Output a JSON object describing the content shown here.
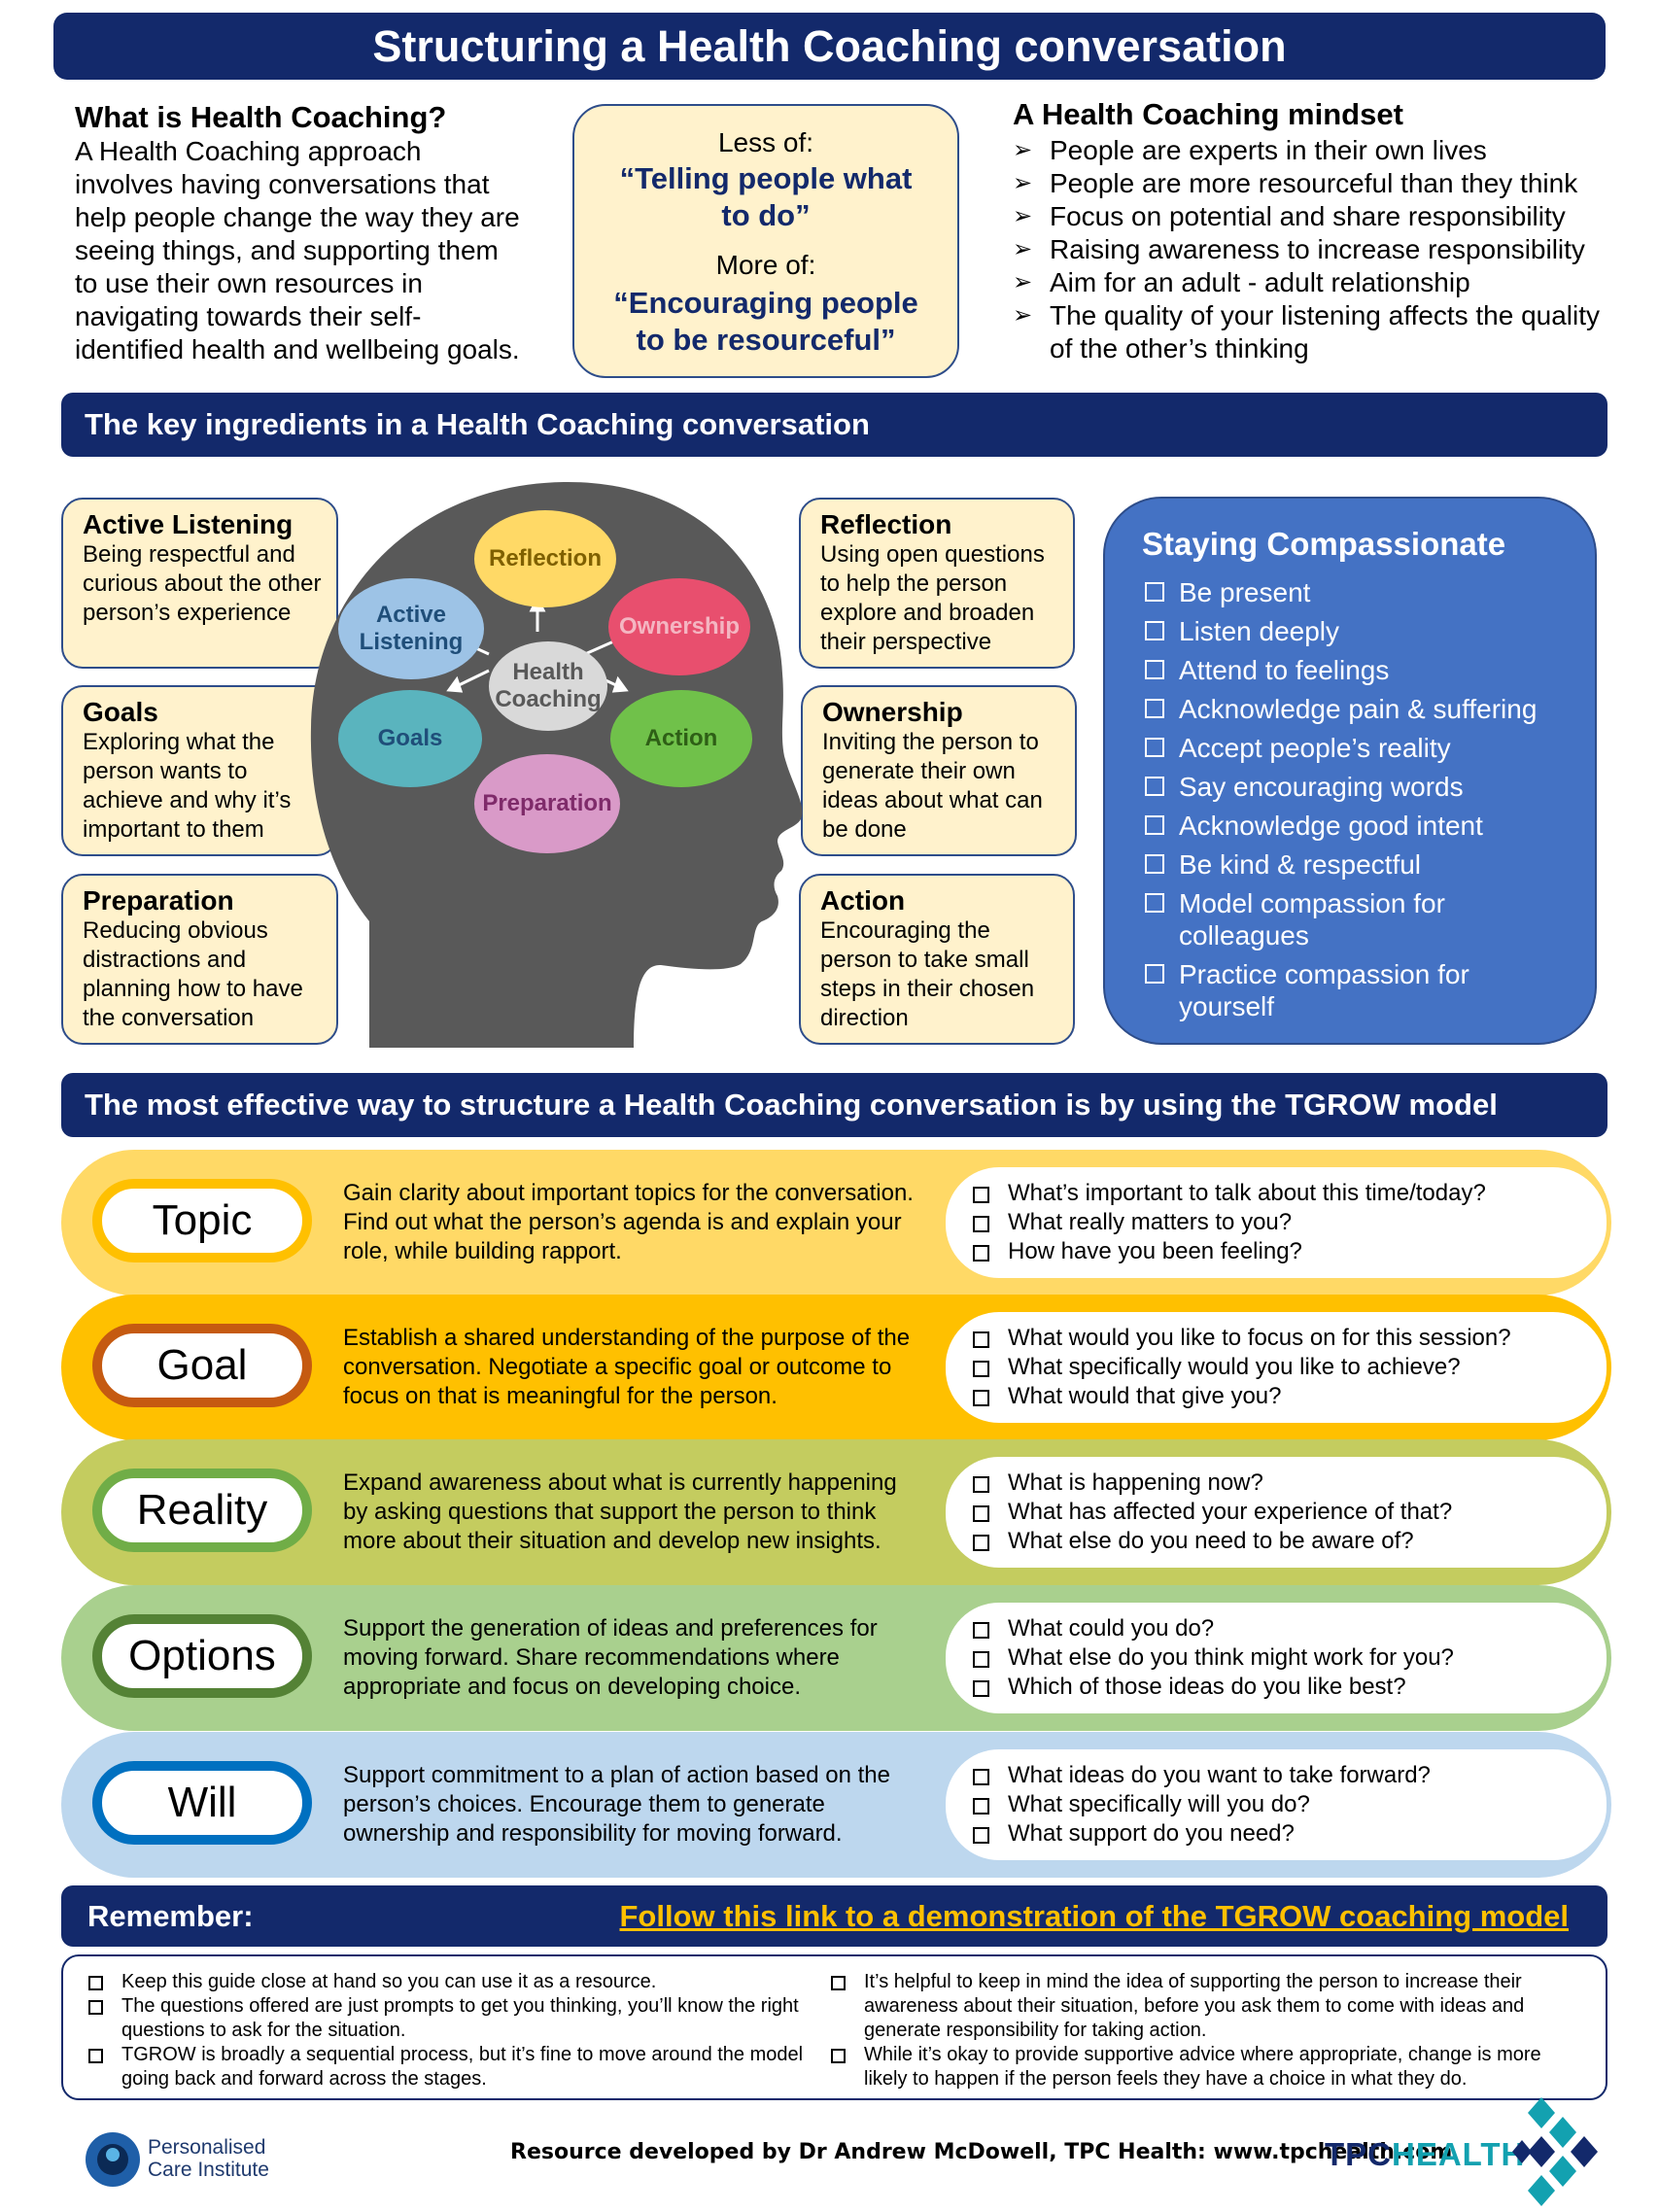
{
  "title": "Structuring a Health Coaching conversation",
  "what_is": {
    "heading": "What is Health Coaching?",
    "lines": [
      "A Health Coaching approach",
      "involves having conversations that",
      "help people change the way they are",
      "seeing things, and supporting them",
      "to use their own resources in",
      "navigating towards their self-",
      "identified health and wellbeing goals."
    ]
  },
  "less_more": {
    "less_label": "Less of:",
    "less_quote": [
      "“Telling people what",
      "to do”"
    ],
    "more_label": "More of:",
    "more_quote": [
      "“Encouraging people",
      "to be resourceful”"
    ]
  },
  "mindset": {
    "heading": "A Health Coaching mindset",
    "items": [
      "People are experts in their own lives",
      "People are more resourceful than they think",
      "Focus on potential and share responsibility",
      "Raising awareness to increase responsibility",
      "Aim for an adult - adult relationship",
      "The quality of your listening affects the quality of the other’s thinking"
    ]
  },
  "ingredients_heading": "The key ingredients in a Health Coaching conversation",
  "ingredients_left": [
    {
      "title": "Active Listening",
      "desc": "Being respectful and curious about the other person’s experience"
    },
    {
      "title": "Goals",
      "desc": "Exploring what the person wants to achieve and why it’s important to them"
    },
    {
      "title": "Preparation",
      "desc": "Reducing obvious distractions and planning how to have the conversation"
    }
  ],
  "ingredients_right": [
    {
      "title": "Reflection",
      "desc": "Using open questions to help the person explore and broaden their perspective"
    },
    {
      "title": "Ownership",
      "desc": "Inviting the person to generate their own ideas about what can be done"
    },
    {
      "title": "Action",
      "desc": "Encouraging the person to take small steps in their chosen direction"
    }
  ],
  "head_bubbles": {
    "center": [
      "Health",
      "Coaching"
    ],
    "reflection": "Reflection",
    "active": [
      "Active",
      "Listening"
    ],
    "ownership": "Ownership",
    "goals": "Goals",
    "action": "Action",
    "preparation": "Preparation"
  },
  "compassion": {
    "heading": "Staying Compassionate",
    "items": [
      "Be present",
      "Listen deeply",
      "Attend to feelings",
      "Acknowledge pain & suffering",
      "Accept people’s reality",
      "Say encouraging words",
      "Acknowledge good intent",
      "Be kind & respectful",
      "Model compassion for colleagues",
      "Practice compassion for yourself"
    ]
  },
  "tgrow_heading": "The most effective way to structure a Health Coaching conversation is by using the TGROW model",
  "tgrow": [
    {
      "name": "Topic",
      "desc": "Gain clarity about important topics for the conversation. Find out what the person’s agenda is and explain your role, while building rapport.",
      "questions": [
        "What’s important to talk about this time/today?",
        "What really matters to you?",
        "How have you been feeling?"
      ],
      "bg": "#ffd966",
      "ring": "#ffc000"
    },
    {
      "name": "Goal",
      "desc": "Establish a shared understanding of the purpose of the conversation. Negotiate a specific goal or outcome to focus on that is meaningful for the person.",
      "questions": [
        "What would you like to focus on for this session?",
        "What specifically would you like to achieve?",
        "What would that give you?"
      ],
      "bg": "#ffc000",
      "ring": "#c55a11"
    },
    {
      "name": "Reality",
      "desc": "Expand awareness about what is currently happening by asking questions that support the person to think more about their situation and develop new insights.",
      "questions": [
        "What is happening now?",
        "What has affected your experience of that?",
        "What else do you need to be aware of?"
      ],
      "bg": "#c4cc5f",
      "ring": "#70ad47"
    },
    {
      "name": "Options",
      "desc": "Support the generation of ideas and preferences for moving forward. Share recommendations where appropriate and focus on developing choice.",
      "questions": [
        "What could you do?",
        "What else do you think might work for you?",
        "Which of those ideas do you like best?"
      ],
      "bg": "#a9d08e",
      "ring": "#548235"
    },
    {
      "name": "Will",
      "desc": "Support commitment to a plan of action based on the person’s choices. Encourage them to generate ownership and responsibility for moving forward.",
      "questions": [
        "What ideas do you want to take forward?",
        "What specifically will you do?",
        "What support do you need?"
      ],
      "bg": "#bdd7ee",
      "ring": "#0070c0"
    }
  ],
  "remember": {
    "label": "Remember:",
    "link": "Follow this link to a demonstration of the TGROW coaching model",
    "left": [
      "Keep this guide close at hand so you can use it as a resource.",
      "The questions offered are just prompts to get you thinking, you’ll know the right questions to ask for the situation.",
      "TGROW is broadly a sequential process, but it’s fine to move around the model going back and forward across the stages."
    ],
    "right": [
      "It’s helpful to keep in mind the idea of supporting the person to increase their awareness about their situation, before you ask them to come with ideas and generate responsibility for taking action.",
      "While it’s okay to provide supportive advice where appropriate, change is more likely to happen if the person feels they have a choice in what they do."
    ]
  },
  "footer": {
    "pci_line1": "Personalised",
    "pci_line2": "Care Institute",
    "credit": "Resource developed by Dr Andrew McDowell, TPC Health: www.tpchealth.com",
    "tpc_a": "TPC",
    "tpc_b": "HEALTH"
  },
  "colors": {
    "navy": "#13296b",
    "cream": "#fff2cc",
    "blue": "#4472c4",
    "link": "#ffc000"
  }
}
